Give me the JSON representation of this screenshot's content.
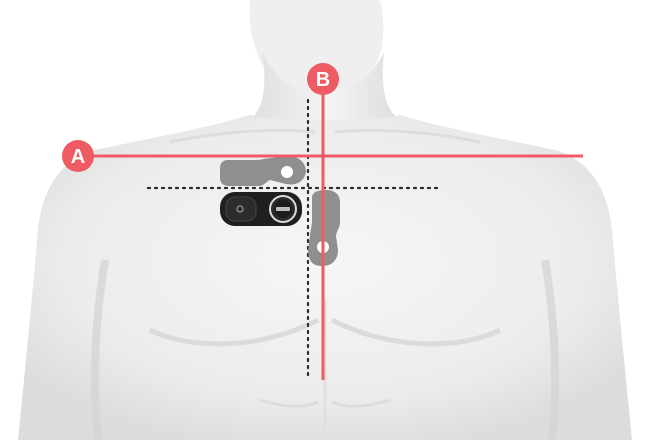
{
  "markers": {
    "a": {
      "label": "A"
    },
    "b": {
      "label": "B"
    }
  },
  "colors": {
    "guide_line": "#ef5b63",
    "marker_fill": "#ef5b63",
    "marker_text": "#ffffff",
    "dotted_guide": "#2b2b2b",
    "body_fill": "#eeeeee",
    "body_shade": "#d9d9d9",
    "patch_ghost": "#8f8f8f",
    "device_body": "#1f1f1f"
  },
  "icons": {
    "torso": "torso-illustration",
    "device": "ecg-patch-device-icon",
    "ghost_horizontal": "patch-outline-horizontal-icon",
    "ghost_vertical": "patch-outline-vertical-icon"
  }
}
